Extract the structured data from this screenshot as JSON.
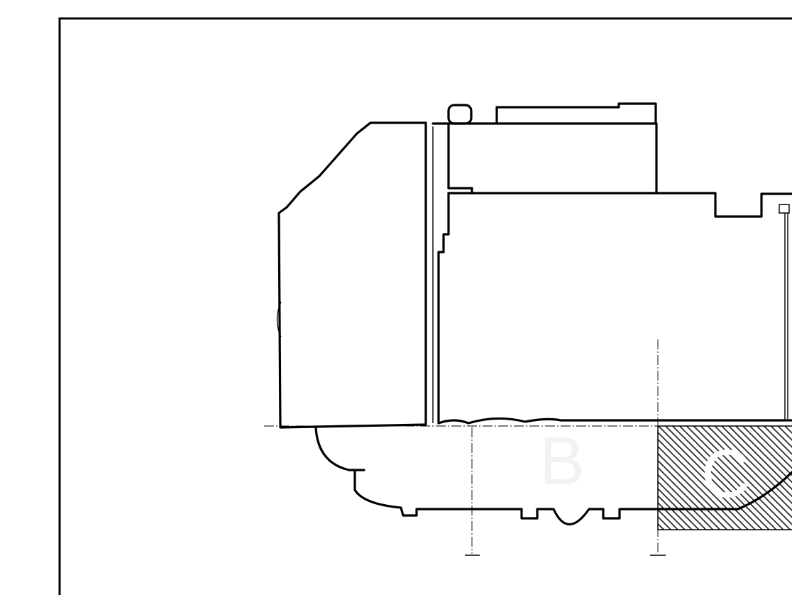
{
  "zones": [
    {
      "label": "B",
      "state": "unselected",
      "color": "#f2f2f2"
    },
    {
      "label": "C",
      "state": "selected",
      "color": "#ffffff",
      "hatch_color": "#222222"
    }
  ],
  "colors": {
    "line": "#000000",
    "background": "#ffffff"
  }
}
